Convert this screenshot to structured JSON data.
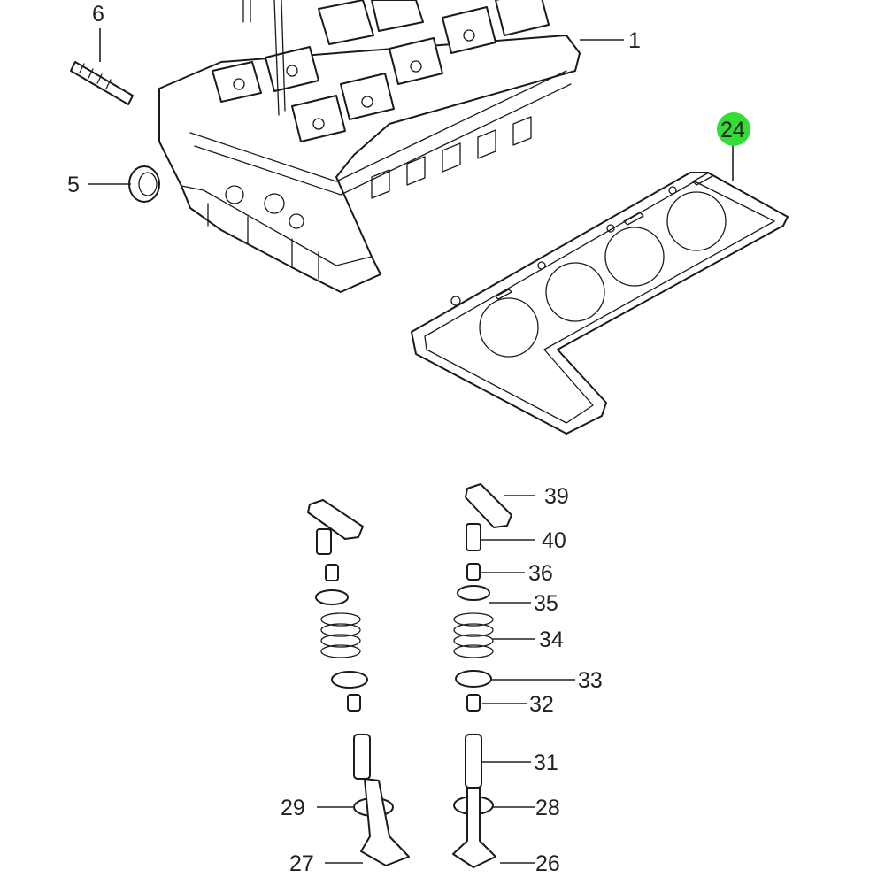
{
  "diagram": {
    "highlight_color": "#33dd33",
    "line_color": "#1a1a1a",
    "background": "#ffffff",
    "callouts": [
      {
        "id": "c1",
        "label": "1"
      },
      {
        "id": "c5",
        "label": "5"
      },
      {
        "id": "c6",
        "label": "6"
      },
      {
        "id": "c24",
        "label": "24",
        "highlighted": true
      },
      {
        "id": "c26",
        "label": "26"
      },
      {
        "id": "c27",
        "label": "27"
      },
      {
        "id": "c28",
        "label": "28"
      },
      {
        "id": "c29",
        "label": "29"
      },
      {
        "id": "c31",
        "label": "31"
      },
      {
        "id": "c32",
        "label": "32"
      },
      {
        "id": "c33",
        "label": "33"
      },
      {
        "id": "c34",
        "label": "34"
      },
      {
        "id": "c35",
        "label": "35"
      },
      {
        "id": "c36",
        "label": "36"
      },
      {
        "id": "c39",
        "label": "39"
      },
      {
        "id": "c40",
        "label": "40"
      }
    ]
  }
}
